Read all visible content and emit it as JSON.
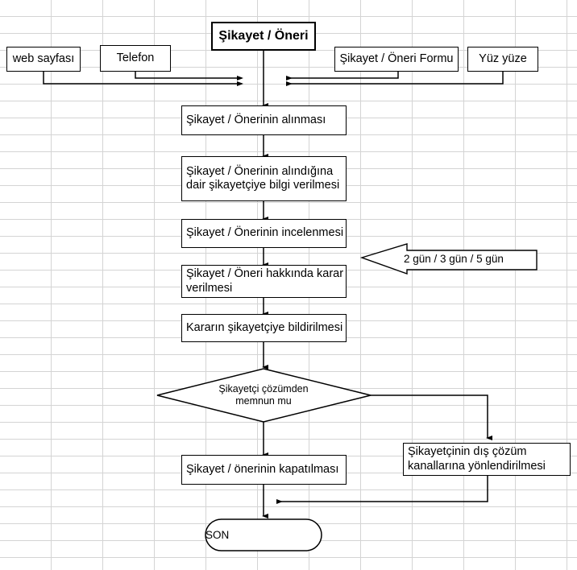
{
  "diagram": {
    "type": "flowchart",
    "language": "tr",
    "background": "spreadsheet-grid",
    "grid_color": "#d4d4d4",
    "line_color": "#000000",
    "fill_color": "#ffffff"
  },
  "nodes": {
    "title": {
      "label": "Şikayet / Öneri",
      "shape": "rectangle"
    },
    "src_web": {
      "label": "web sayfası",
      "shape": "rectangle"
    },
    "src_phone": {
      "label": "Telefon",
      "shape": "rectangle"
    },
    "src_form": {
      "label": "Şikayet / Öneri Formu",
      "shape": "rectangle"
    },
    "src_face": {
      "label": "Yüz yüze",
      "shape": "rectangle"
    },
    "step1": {
      "label": "Şikayet / Önerinin alınması",
      "shape": "rectangle"
    },
    "step2_line1": "Şikayet / Önerinin alındığına",
    "step2_line2": "dair  şikayetçiye bilgi verilmesi",
    "step3": {
      "label": "Şikayet / Önerinin incelenmesi",
      "shape": "rectangle"
    },
    "step4_line1": "Şikayet / Öneri hakkında karar",
    "step4_line2": "verilmesi",
    "step5": {
      "label": "Kararın şikayetçiye bildirilmesi",
      "shape": "rectangle"
    },
    "callout": {
      "label": "2 gün / 3 gün / 5 gün",
      "shape": "left-arrow-callout"
    },
    "decision_line1": "Şikayetçi çözümden",
    "decision_line2": "memnun mu",
    "close": {
      "label": "Şikayet / önerinin kapatılması",
      "shape": "rectangle"
    },
    "external_line1": "Şikayetçinin dış çözüm",
    "external_line2": "kanallarına yönlendirilmesi",
    "end": {
      "label": "SON",
      "shape": "stadium"
    }
  }
}
